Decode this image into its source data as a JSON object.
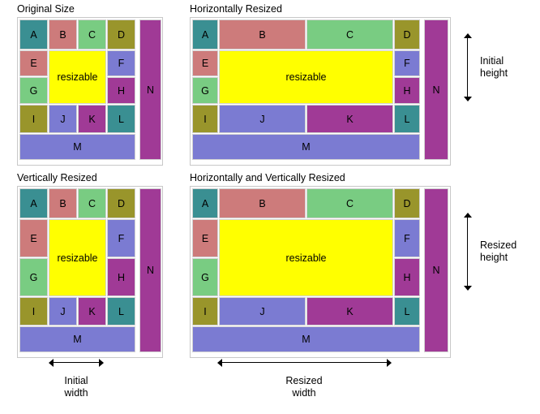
{
  "colors": {
    "teal": "#3a8f92",
    "rose": "#cd7b7b",
    "green": "#79cc82",
    "olive": "#99952b",
    "periwinkle": "#7b7bd2",
    "magenta": "#a03a96",
    "yellow": "#ffff00",
    "background": "#ffffff",
    "border": "#d2d2d2",
    "panel_border": "#c8c8c8",
    "arrow": "#000000"
  },
  "panels": [
    {
      "id": "original",
      "title": "Original Size",
      "cells": [
        {
          "label": "A",
          "color": "teal"
        },
        {
          "label": "B",
          "color": "rose"
        },
        {
          "label": "C",
          "color": "green"
        },
        {
          "label": "D",
          "color": "olive"
        },
        {
          "label": "E",
          "color": "rose"
        },
        {
          "label": "F",
          "color": "periwinkle"
        },
        {
          "label": "G",
          "color": "green"
        },
        {
          "label": "H",
          "color": "magenta"
        },
        {
          "label": "I",
          "color": "olive"
        },
        {
          "label": "J",
          "color": "periwinkle"
        },
        {
          "label": "K",
          "color": "magenta"
        },
        {
          "label": "L",
          "color": "teal"
        },
        {
          "label": "M",
          "color": "periwinkle"
        },
        {
          "label": "N",
          "color": "magenta"
        },
        {
          "label": "resizable",
          "color": "yellow"
        }
      ]
    },
    {
      "id": "horizontal",
      "title": "Horizontally Resized",
      "cells": [
        {
          "label": "A",
          "color": "teal"
        },
        {
          "label": "B",
          "color": "rose"
        },
        {
          "label": "C",
          "color": "green"
        },
        {
          "label": "D",
          "color": "olive"
        },
        {
          "label": "E",
          "color": "rose"
        },
        {
          "label": "F",
          "color": "periwinkle"
        },
        {
          "label": "G",
          "color": "green"
        },
        {
          "label": "H",
          "color": "magenta"
        },
        {
          "label": "I",
          "color": "olive"
        },
        {
          "label": "J",
          "color": "periwinkle"
        },
        {
          "label": "K",
          "color": "magenta"
        },
        {
          "label": "L",
          "color": "teal"
        },
        {
          "label": "M",
          "color": "periwinkle"
        },
        {
          "label": "N",
          "color": "magenta"
        },
        {
          "label": "resizable",
          "color": "yellow"
        }
      ]
    },
    {
      "id": "vertical",
      "title": "Vertically Resized",
      "cells": [
        {
          "label": "A",
          "color": "teal"
        },
        {
          "label": "B",
          "color": "rose"
        },
        {
          "label": "C",
          "color": "green"
        },
        {
          "label": "D",
          "color": "olive"
        },
        {
          "label": "E",
          "color": "rose"
        },
        {
          "label": "F",
          "color": "periwinkle"
        },
        {
          "label": "G",
          "color": "green"
        },
        {
          "label": "H",
          "color": "magenta"
        },
        {
          "label": "I",
          "color": "olive"
        },
        {
          "label": "J",
          "color": "periwinkle"
        },
        {
          "label": "K",
          "color": "magenta"
        },
        {
          "label": "L",
          "color": "teal"
        },
        {
          "label": "M",
          "color": "periwinkle"
        },
        {
          "label": "N",
          "color": "magenta"
        },
        {
          "label": "resizable",
          "color": "yellow"
        }
      ]
    },
    {
      "id": "both",
      "title": "Horizontally and Vertically Resized",
      "cells": [
        {
          "label": "A",
          "color": "teal"
        },
        {
          "label": "B",
          "color": "rose"
        },
        {
          "label": "C",
          "color": "green"
        },
        {
          "label": "D",
          "color": "olive"
        },
        {
          "label": "E",
          "color": "rose"
        },
        {
          "label": "F",
          "color": "periwinkle"
        },
        {
          "label": "G",
          "color": "green"
        },
        {
          "label": "H",
          "color": "magenta"
        },
        {
          "label": "I",
          "color": "olive"
        },
        {
          "label": "J",
          "color": "periwinkle"
        },
        {
          "label": "K",
          "color": "magenta"
        },
        {
          "label": "L",
          "color": "teal"
        },
        {
          "label": "M",
          "color": "periwinkle"
        },
        {
          "label": "N",
          "color": "magenta"
        },
        {
          "label": "resizable",
          "color": "yellow"
        }
      ]
    }
  ],
  "annotations": {
    "initial_height": "Initial\nheight",
    "resized_height": "Resized\nheight",
    "initial_width": "Initial\nwidth",
    "resized_width": "Resized\nwidth"
  }
}
